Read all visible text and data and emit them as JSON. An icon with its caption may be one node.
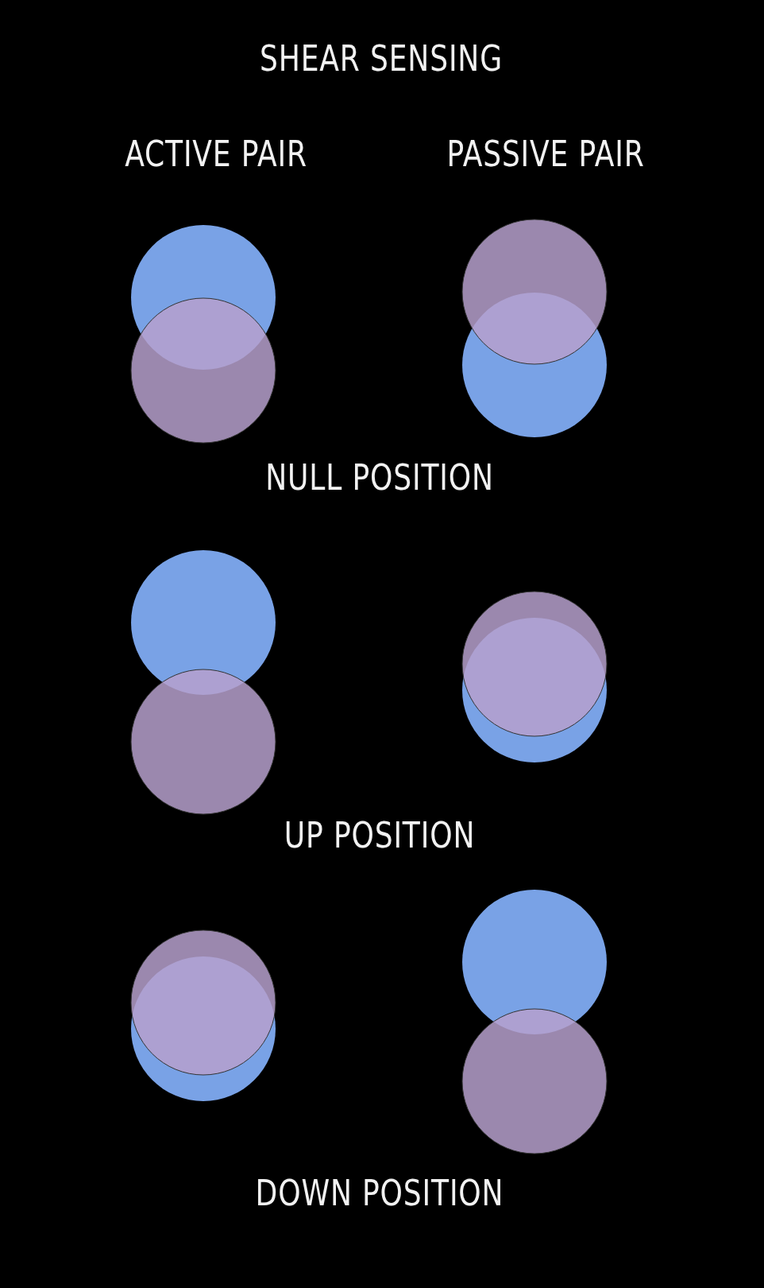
{
  "diagram": {
    "title": "SHEAR SENSING",
    "labels": [
      "ACTIVE PAIR",
      "PASSIVE PAIR",
      "NULL POSITION",
      "UP POSITION",
      "DOWN POSITION"
    ]
  }
}
